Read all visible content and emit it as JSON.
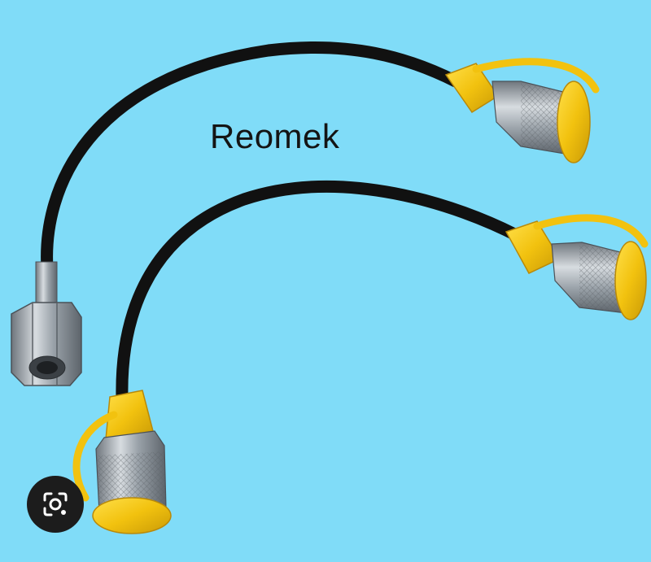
{
  "image": {
    "brand_text": "Reomek",
    "background_color": "#80dcf8",
    "hose_color": "#111111",
    "cap_color": "#f1c418",
    "steel_color": "#a9b0b8",
    "objects": [
      "long-hose-with-hex-female-fitting-and-capped-quick-coupler",
      "short-hose-with-two-capped-quick-couplers"
    ]
  },
  "overlay": {
    "lens_button_icon": "visual-search-icon"
  }
}
